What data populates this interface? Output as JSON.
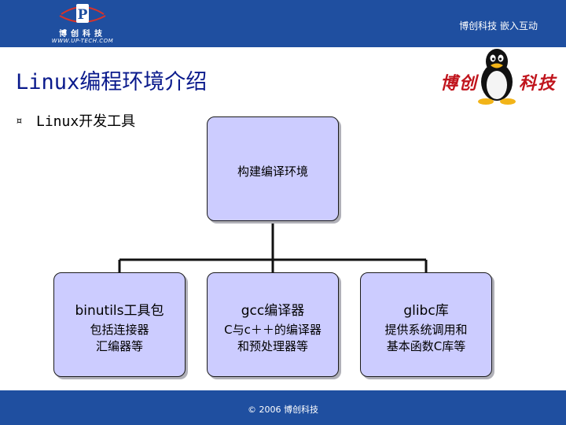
{
  "header": {
    "logo_text": "博创科技",
    "logo_url": "WWW.UP-TECH.COM",
    "slogan": "博创科技 嵌入互动",
    "color": "#1f4fa0"
  },
  "slide": {
    "title": "Linux编程环境介绍",
    "brand_left": "博创",
    "brand_right": "科技",
    "bullet_glyph": "¤",
    "bullet_text": "Linux开发工具"
  },
  "diagram": {
    "root": {
      "label": "构建编译环境"
    },
    "children": [
      {
        "label": "binutils工具包",
        "desc": [
          "包括连接器",
          "汇编器等"
        ]
      },
      {
        "label": "gcc编译器",
        "desc": [
          "C与c＋＋的编译器",
          "和预处理器等"
        ]
      },
      {
        "label": "glibc库",
        "desc": [
          "提供系统调用和",
          "基本函数C库等"
        ]
      }
    ],
    "box_color": "#ccccff"
  },
  "footer": {
    "text": "© 2006 博创科技"
  }
}
